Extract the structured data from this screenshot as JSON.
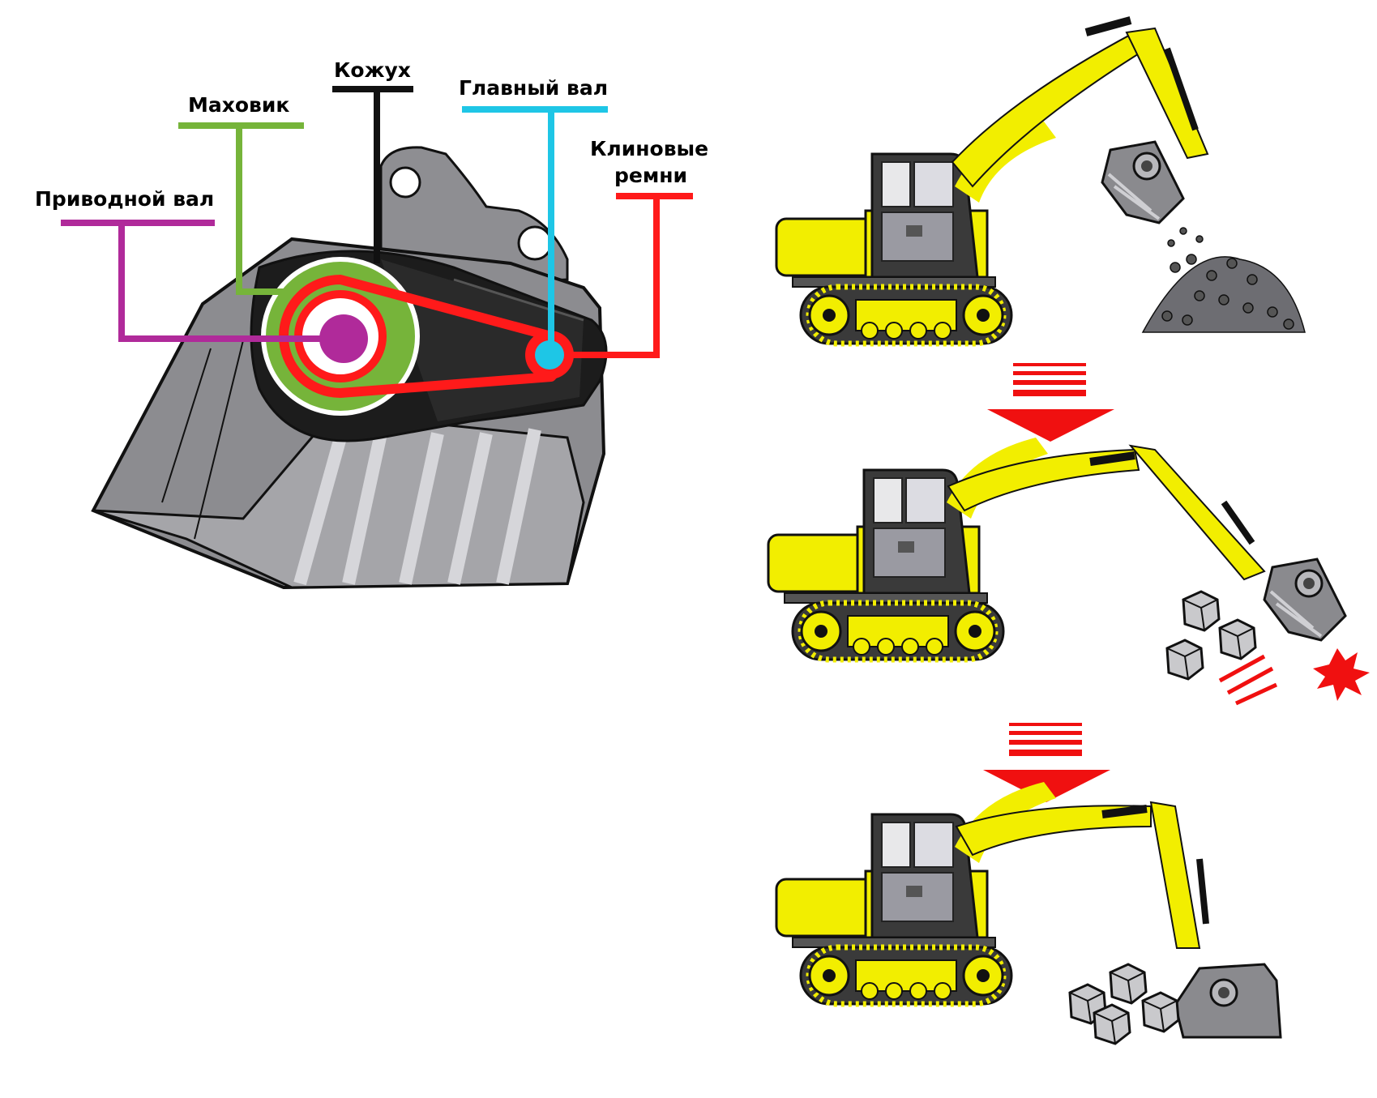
{
  "labels": {
    "drive_shaft": "Приводной вал",
    "flywheel": "Маховик",
    "casing": "Кожух",
    "main_shaft": "Главный вал",
    "v_belts_line1": "Клиновые",
    "v_belts_line2": "ремни"
  },
  "colors": {
    "drive_shaft": "#b02a9a",
    "flywheel": "#76b43a",
    "casing": "#111111",
    "main_shaft": "#1ec6e6",
    "v_belts": "#ff1a1a",
    "excavator_yellow": "#f2ee00",
    "arrow_red": "#f01010"
  },
  "sequence": [
    {
      "stage": "bucket-pouring-crushed-gravel"
    },
    {
      "stage": "bucket-crushing-stones"
    },
    {
      "stage": "bucket-scooping-stones"
    }
  ]
}
